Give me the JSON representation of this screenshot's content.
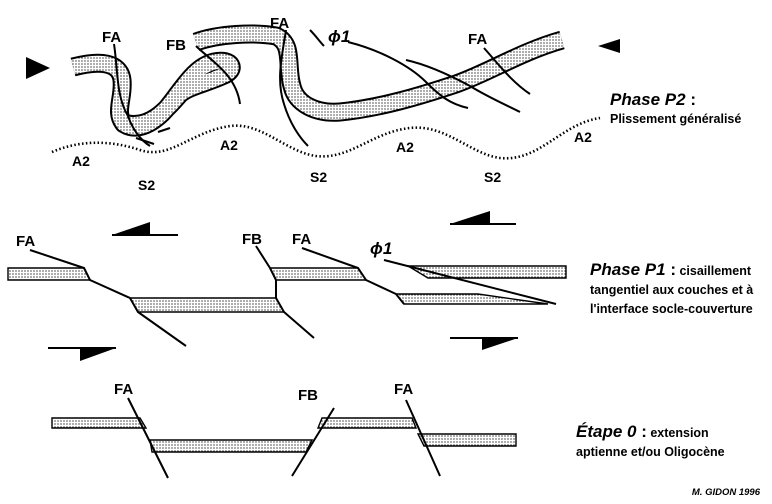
{
  "phase_p2": {
    "title": "Phase P2",
    "colon": " :",
    "subtitle": "Plissement généralisé",
    "fault_labels": [
      "FA",
      "FB",
      "FA",
      "FA"
    ],
    "phi_label": "ϕ1",
    "anticline_labels": [
      "A2",
      "A2",
      "A2",
      "A2"
    ],
    "syncline_labels": [
      "S2",
      "S2",
      "S2"
    ]
  },
  "phase_p1": {
    "title": "Phase P1",
    "colon": " :",
    "text_inline": " cisaillement",
    "lines": [
      "tangentiel aux couches et à",
      "l'interface socle-couverture"
    ],
    "fault_labels": [
      "FA",
      "FB",
      "FA"
    ],
    "phi_label": "ϕ1"
  },
  "etape_0": {
    "title": "Étape 0",
    "colon": " :",
    "text_inline": " extension",
    "line2": "aptienne et/ou Oligocène",
    "fault_labels": [
      "FA",
      "FB",
      "FA"
    ]
  },
  "credit": "M. GIDON  1996",
  "colors": {
    "ink": "#000000",
    "layer_fill": "#d8d8d8"
  }
}
